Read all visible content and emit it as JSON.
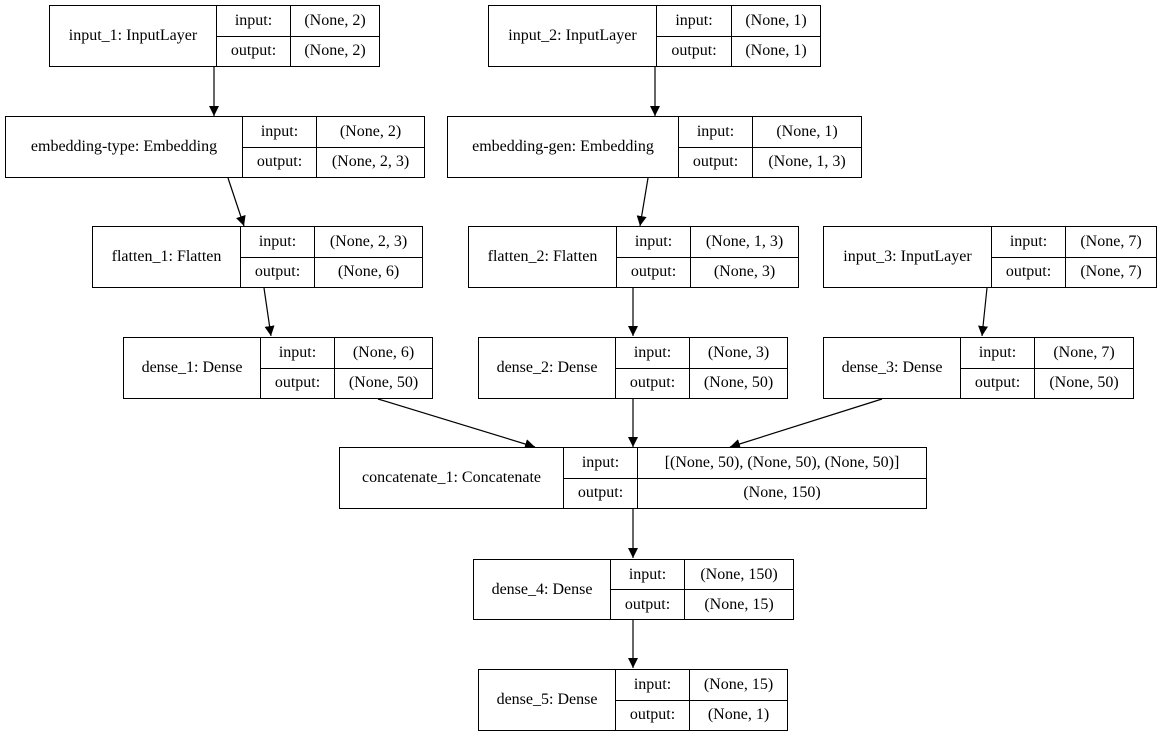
{
  "labels": {
    "input": "input:",
    "output": "output:"
  },
  "nodes": {
    "input_1": {
      "name": "input_1: InputLayer",
      "in": "(None, 2)",
      "out": "(None, 2)"
    },
    "input_2": {
      "name": "input_2: InputLayer",
      "in": "(None, 1)",
      "out": "(None, 1)"
    },
    "embedding_type": {
      "name": "embedding-type: Embedding",
      "in": "(None, 2)",
      "out": "(None, 2, 3)"
    },
    "embedding_gen": {
      "name": "embedding-gen: Embedding",
      "in": "(None, 1)",
      "out": "(None, 1, 3)"
    },
    "flatten_1": {
      "name": "flatten_1: Flatten",
      "in": "(None, 2, 3)",
      "out": "(None, 6)"
    },
    "flatten_2": {
      "name": "flatten_2: Flatten",
      "in": "(None, 1, 3)",
      "out": "(None, 3)"
    },
    "input_3": {
      "name": "input_3: InputLayer",
      "in": "(None, 7)",
      "out": "(None, 7)"
    },
    "dense_1": {
      "name": "dense_1: Dense",
      "in": "(None, 6)",
      "out": "(None, 50)"
    },
    "dense_2": {
      "name": "dense_2: Dense",
      "in": "(None, 3)",
      "out": "(None, 50)"
    },
    "dense_3": {
      "name": "dense_3: Dense",
      "in": "(None, 7)",
      "out": "(None, 50)"
    },
    "concatenate_1": {
      "name": "concatenate_1: Concatenate",
      "in": "[(None, 50), (None, 50), (None, 50)]",
      "out": "(None, 150)"
    },
    "dense_4": {
      "name": "dense_4: Dense",
      "in": "(None, 150)",
      "out": "(None, 15)"
    },
    "dense_5": {
      "name": "dense_5: Dense",
      "in": "(None, 15)",
      "out": "(None, 1)"
    }
  },
  "edges": [
    [
      "input_1",
      "embedding_type"
    ],
    [
      "input_2",
      "embedding_gen"
    ],
    [
      "embedding_type",
      "flatten_1"
    ],
    [
      "embedding_gen",
      "flatten_2"
    ],
    [
      "flatten_1",
      "dense_1"
    ],
    [
      "flatten_2",
      "dense_2"
    ],
    [
      "input_3",
      "dense_3"
    ],
    [
      "dense_1",
      "concatenate_1"
    ],
    [
      "dense_2",
      "concatenate_1"
    ],
    [
      "dense_3",
      "concatenate_1"
    ],
    [
      "concatenate_1",
      "dense_4"
    ],
    [
      "dense_4",
      "dense_5"
    ]
  ]
}
